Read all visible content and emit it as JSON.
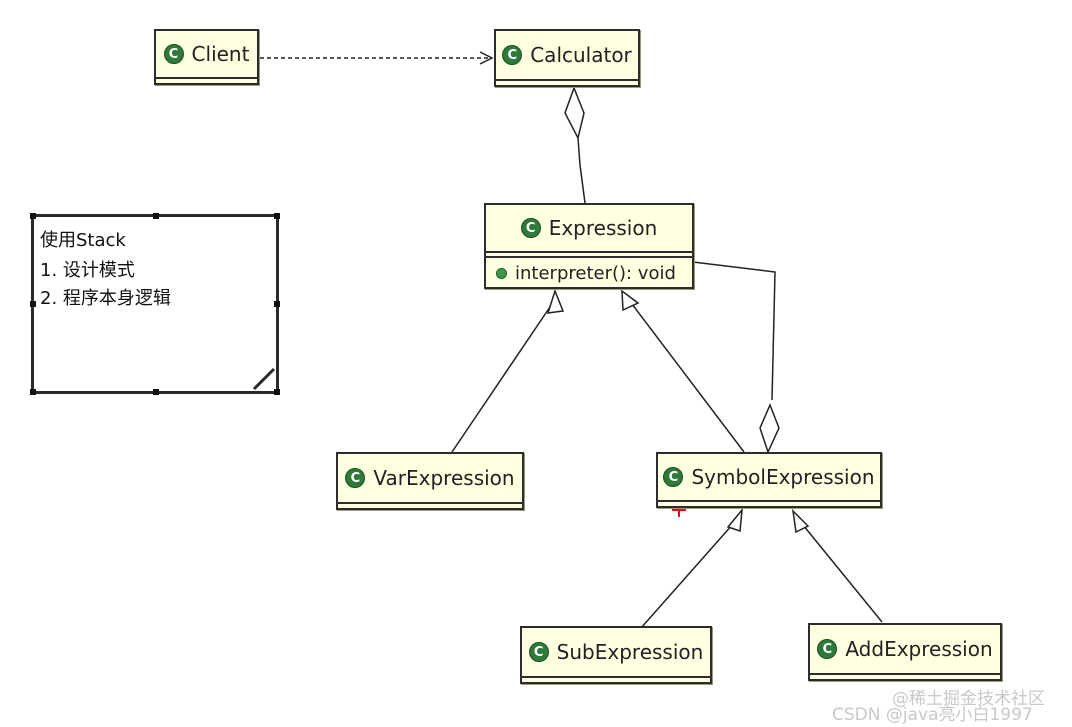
{
  "classes": {
    "client": "Client",
    "calculator": "Calculator",
    "expression": "Expression",
    "expression_method": "interpreter(): void",
    "var_expression": "VarExpression",
    "symbol_expression": "SymbolExpression",
    "sub_expression": "SubExpression",
    "add_expression": "AddExpression"
  },
  "class_icon": "C",
  "icon_names": {
    "class": "class-icon",
    "method": "public-method-icon"
  },
  "note": {
    "line1": "使用Stack",
    "line2": "1. 设计模式",
    "line3": "2. 程序本身逻辑"
  },
  "watermarks": {
    "juejin": "@稀土掘金技术社区",
    "csdn": "CSDN @java亮小白1997"
  },
  "colors": {
    "class_fill": "#ffffe1",
    "class_border": "#2c2c2c",
    "icon_green": "#2f7a3a",
    "annotation_red": "#e01010"
  }
}
